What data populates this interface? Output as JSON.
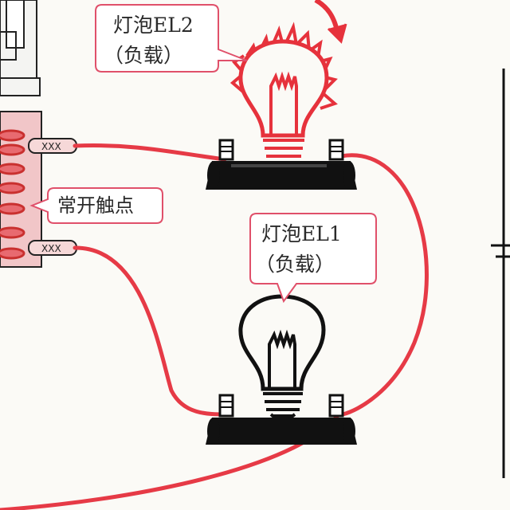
{
  "labels": {
    "bulb_el2_name": "灯泡EL2",
    "bulb_el2_note": "（负载）",
    "bulb_el1_name": "灯泡EL1",
    "bulb_el1_note": "（负载）",
    "contact": "常开触点",
    "relay_marks_top": "XXX",
    "relay_marks_bottom": "XXX"
  },
  "colors": {
    "wire": "#e63a46",
    "lit_bulb": "#e6323c",
    "dark": "#111111",
    "callout_border": "#e0506a",
    "relay_body": "#f1c6c8",
    "background": "#fbfaf6"
  },
  "state": {
    "el2_lit": true,
    "el1_lit": false
  }
}
